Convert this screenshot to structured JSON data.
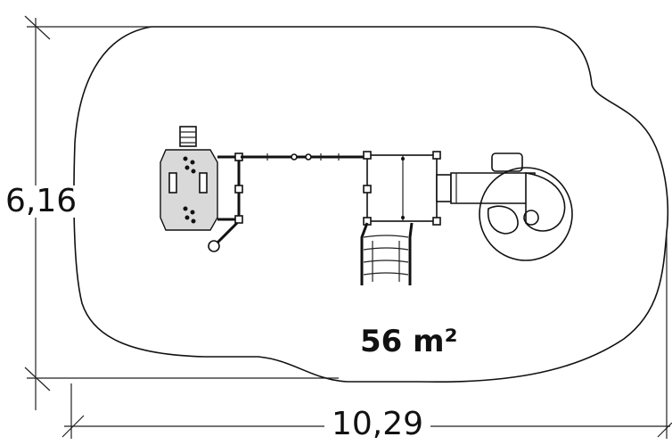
{
  "dimensions": {
    "height": "6,16",
    "width": "10,29"
  },
  "area": {
    "label": "56 m²"
  }
}
